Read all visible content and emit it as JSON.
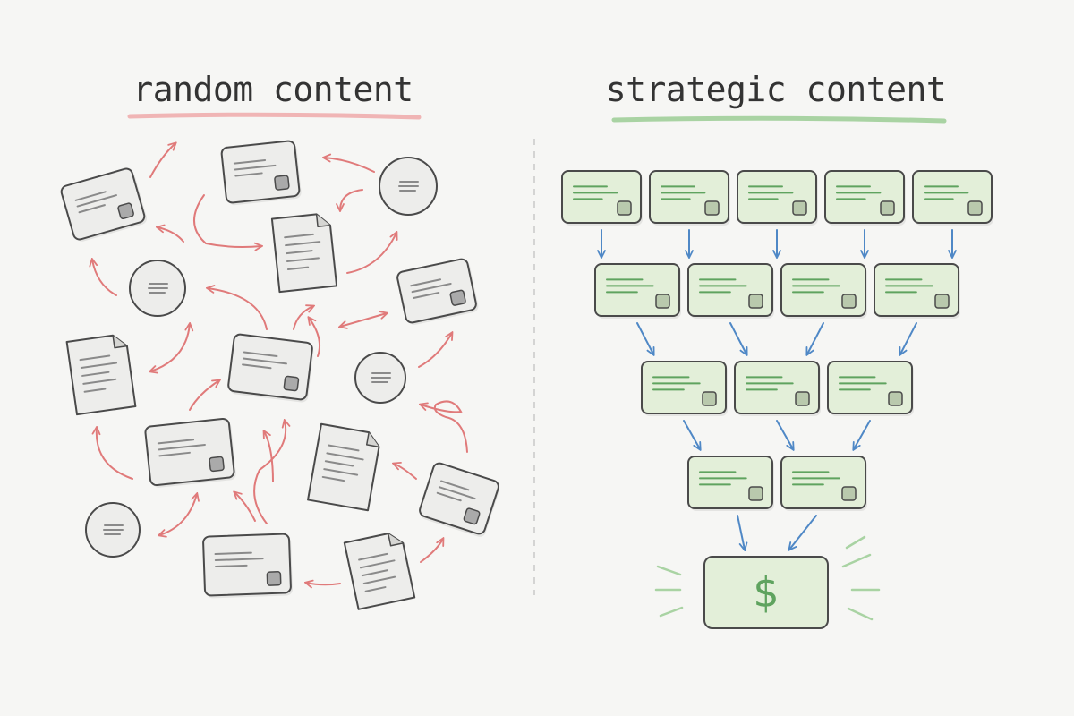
{
  "left_panel": {
    "title": "random content"
  },
  "right_panel": {
    "title": "strategic content",
    "goal_symbol": "$"
  },
  "colors": {
    "random_accent": "#e07a7a",
    "random_underline": "#f0b5b5",
    "strategic_accent": "#5fa35f",
    "strategic_underline": "#a9d3a3",
    "flow_arrow": "#4f88c6",
    "card_fill_random": "#ededeb",
    "card_fill_strategic": "#e3efd9",
    "outline": "#4a4a4a",
    "text_lines_random": "#8a8a8a"
  },
  "icons": [
    "content-card-icon",
    "document-icon",
    "circle-post-icon",
    "dollar-sign-icon",
    "arrow-icon"
  ],
  "funnel_rows": [
    5,
    4,
    3,
    2
  ]
}
